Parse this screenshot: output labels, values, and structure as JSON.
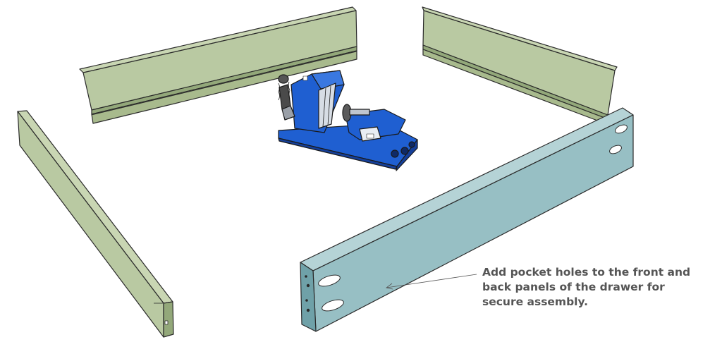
{
  "callout": {
    "lines": [
      "Add pocket holes to the front and",
      "back panels of the drawer for",
      "secure assembly."
    ]
  },
  "colors": {
    "side_panel_face": "#b9c9a2",
    "side_panel_edge": "#93a87a",
    "front_panel_face": "#97bfc4",
    "front_panel_edge": "#6fa1a8",
    "jig_blue": "#1f5fd1",
    "jig_dark_blue": "#153f99",
    "outline": "#2a2a2a",
    "callout_text": "#555555"
  },
  "icons": [
    "pocket-hole-jig-icon",
    "pocket-hole-icon"
  ]
}
